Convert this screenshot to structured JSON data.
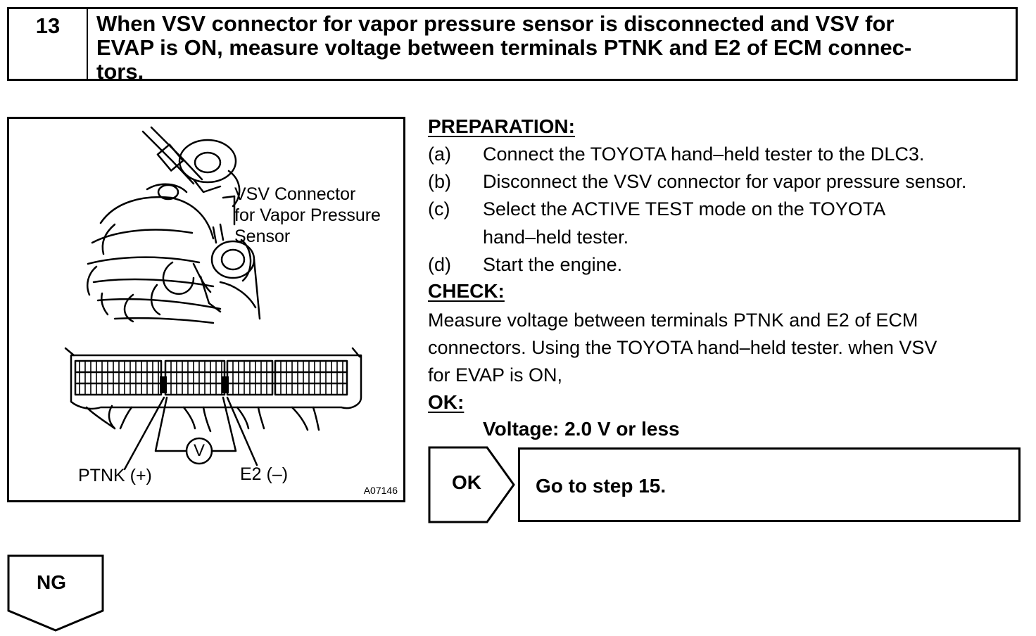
{
  "step": {
    "number": "13",
    "title_lines": [
      "When VSV connector for vapor pressure sensor is disconnected and VSV for",
      "EVAP is ON, measure voltage between terminals PTNK and E2 of ECM connec-",
      "tors."
    ]
  },
  "illustration": {
    "label_lines": [
      "VSV Connector",
      "for Vapor Pressure",
      "Sensor"
    ],
    "ptnk_label": "PTNK (+)",
    "e2_label": "E2 (–)",
    "meter_symbol": "V",
    "figure_code": "A07146"
  },
  "preparation": {
    "heading": "PREPARATION:",
    "items": [
      {
        "letter": "(a)",
        "text": "Connect the TOYOTA hand–held tester to the DLC3."
      },
      {
        "letter": "(b)",
        "text": "Disconnect the VSV connector for vapor pressure sensor."
      },
      {
        "letter": "(c)",
        "text": "Select the ACTIVE TEST mode on the TOYOTA",
        "cont": "hand–held tester."
      },
      {
        "letter": "(d)",
        "text": "Start the engine."
      }
    ]
  },
  "check": {
    "heading": "CHECK:",
    "lines": [
      "Measure voltage between terminals PTNK and E2 of ECM",
      "connectors. Using the TOYOTA hand–held tester. when VSV",
      "for EVAP is ON,"
    ]
  },
  "ok": {
    "heading": "OK:",
    "spec": "Voltage:  2.0 V or less"
  },
  "results": {
    "ok_label": "OK",
    "ok_action": "Go to step 15.",
    "ng_label": "NG"
  }
}
